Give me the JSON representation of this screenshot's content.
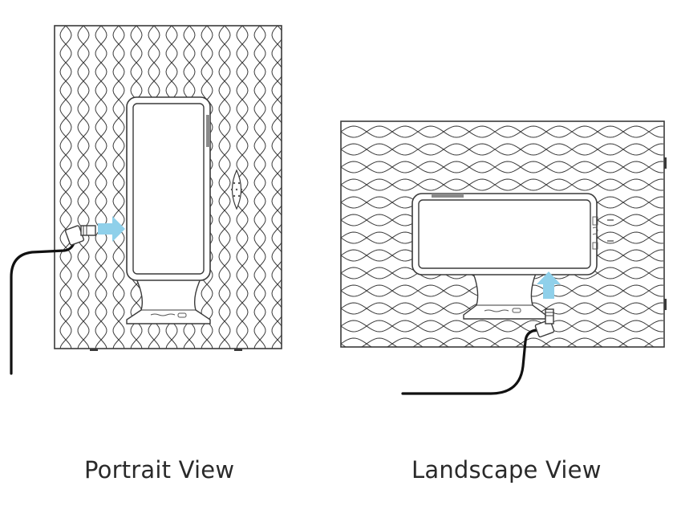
{
  "captions": {
    "portrait": "Portrait View",
    "landscape": "Landscape View"
  },
  "colors": {
    "line": "#3a3a3a",
    "cable": "#111111",
    "arrow": "#8fd0ea",
    "panel": "#ffffff"
  },
  "icons": [
    "wave-pattern",
    "cable-plug-icon",
    "arrow-right-icon",
    "arrow-up-icon",
    "speaker-grille-icon"
  ]
}
